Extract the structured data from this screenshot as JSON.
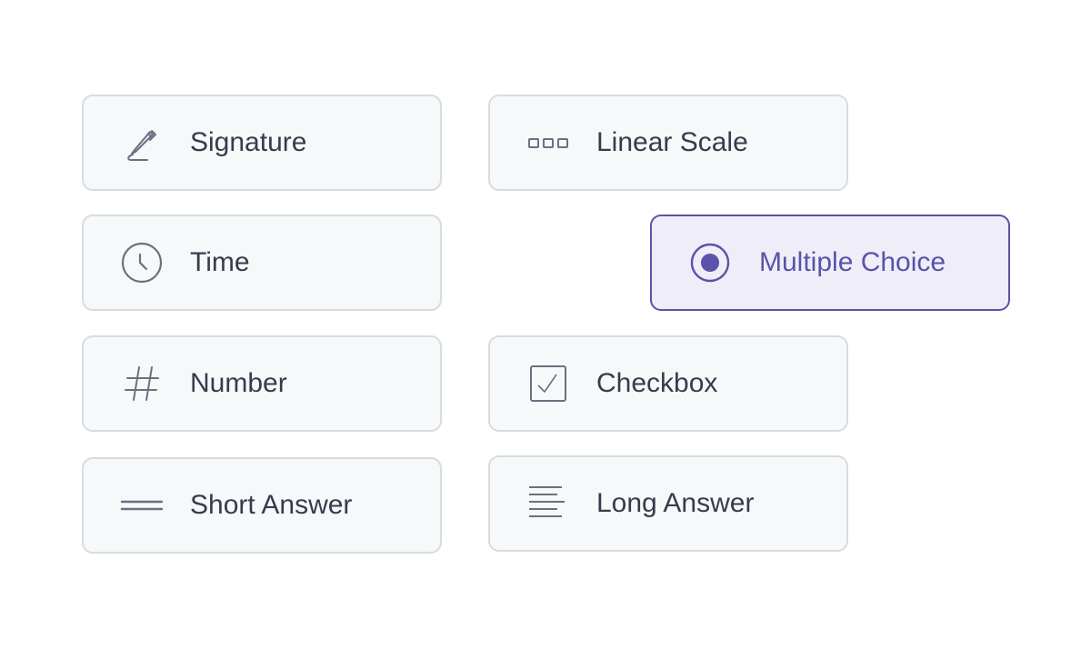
{
  "field_types": [
    {
      "id": "signature",
      "label": "Signature",
      "icon": "signature-icon"
    },
    {
      "id": "linear-scale",
      "label": "Linear Scale",
      "icon": "linear-scale-icon"
    },
    {
      "id": "time",
      "label": "Time",
      "icon": "clock-icon"
    },
    {
      "id": "multiple-choice",
      "label": "Multiple Choice",
      "icon": "radio-icon",
      "selected": true
    },
    {
      "id": "number",
      "label": "Number",
      "icon": "hash-icon"
    },
    {
      "id": "checkbox",
      "label": "Checkbox",
      "icon": "checkbox-icon"
    },
    {
      "id": "short-answer",
      "label": "Short Answer",
      "icon": "short-text-icon"
    },
    {
      "id": "long-answer",
      "label": "Long Answer",
      "icon": "paragraph-icon"
    }
  ],
  "colors": {
    "accent": "#5a53a8",
    "card_bg": "#f6f9fa",
    "card_border": "#d9dbe0",
    "text": "#363c4c",
    "icon": "#6b7080"
  }
}
